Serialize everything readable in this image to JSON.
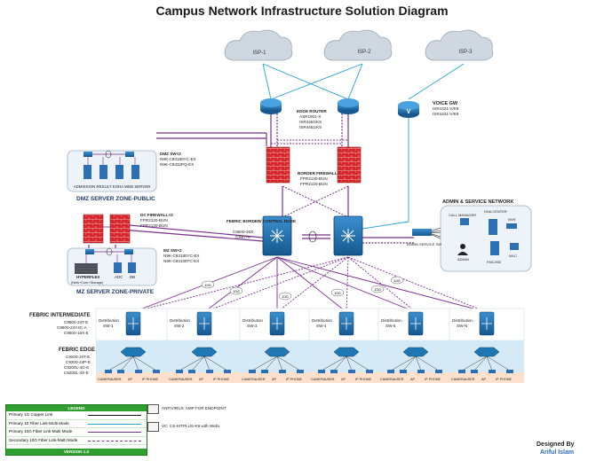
{
  "title": "Campus Network Infrastructure Solution Diagram",
  "isps": [
    "ISP-1",
    "ISP-2",
    "ISP-3"
  ],
  "edge_router": {
    "title": "EDGE ROUTER",
    "lines": [
      "ASR1001-X",
      "ISR4461/K9",
      "ISR4451/K9"
    ]
  },
  "voice_gw": {
    "title": "VOICE GW",
    "lines": [
      "ISR4421-V/K9",
      "ISR4431-V/K9"
    ]
  },
  "dmz_public": {
    "sw_title": "DMZ SW×2",
    "sw_lines": [
      "N9K-C93180YC-EX",
      "N9K-C9332PQ-EX"
    ],
    "servers_label": "ADMISSION RESULT KOHA WEB SERVER",
    "zone_label": "DMZ SERVER ZONE-PUBLIC"
  },
  "border_fw": {
    "title": "BORDER FIREWALL",
    "lines": [
      "FPR2130-BUN",
      "FPR2120-BUN"
    ]
  },
  "dc_fw": {
    "title": "DC FIREWALL×2",
    "lines": [
      "FPR2120-BUN",
      "FPR2130-BUN"
    ]
  },
  "fabric_border": {
    "title": "FEBRIC BORDER/ CONTROL NODE",
    "lines": [
      "C9500-40X",
      "C9407R"
    ]
  },
  "mz": {
    "sw_title": "MZ SW×2",
    "sw_lines": [
      "N9K-C93180YC-EX",
      "N9K-C93108TC-EX"
    ],
    "hyperflex": "HYPERFLEX",
    "hyperflex_sub": "(Nets+Com+Storage)",
    "adc": "ADC",
    "db": "DB",
    "zone_label": "MZ SERVER ZONE-PRIVATE"
  },
  "admin_network": {
    "title": "ADMIN & SERVICE NETWORK",
    "call_manager": "CALL MANAGER",
    "dna_center": "DNA CENTER",
    "nvr": "NVR",
    "admin": "ADMIN",
    "fmc_ise": "FMC/ISE",
    "wlc": "WLC",
    "admin_sw": "ADMIN SERVICE SW"
  },
  "link_labels": [
    "10G",
    "10G",
    "10G",
    "10G",
    "10G",
    "10G"
  ],
  "fabric_intermediate": {
    "title": "FEBRIC INTERMEDIATE",
    "lines": [
      "C9500-24T-E",
      "C9500-24Y4C-A",
      "C9500-16X-E"
    ]
  },
  "fabric_edge": {
    "title": "FEBRIC EDGE",
    "lines": [
      "C9200-24T-E",
      "C9200-24P-E",
      "C9200L-4G-E",
      "C9200L-4X-E"
    ]
  },
  "distribution": [
    "SW-1",
    "SW-2",
    "SW-3",
    "SW-4",
    "SW-5",
    "SW-N"
  ],
  "distribution_prefix": "Distribution",
  "endpoints": [
    "CAMERA",
    "USER",
    "AP",
    "IP PHONE"
  ],
  "legend": {
    "title": "LEGEND",
    "rows": [
      {
        "label": "Primary 1G Copper Link",
        "color": "#111111",
        "style": "solid"
      },
      {
        "label": "Primary 10 Fiber Link-Multi Mode",
        "color": "#29a3d6",
        "style": "solid"
      },
      {
        "label": "Primary 10G Fiber Link-Multi Mode",
        "color": "#7a2e8e",
        "style": "solid"
      },
      {
        "label": "Secondary 10G Fiber Link-Multi Mode",
        "color": "#7a2e8e",
        "style": "dashed"
      }
    ],
    "version": "VERSION 1.0"
  },
  "extras": [
    "ANTIVIRUS: AMP FOR ENDPOINT",
    "VC: CS-KITPLUS-K9 with Webx"
  ],
  "designed_by": "Designed By",
  "designer": "Ariful Islam",
  "colors": {
    "purple": "#7a2e8e",
    "blue": "#29a3d6",
    "firewall": "#d7262b",
    "switch": "#1f77b4",
    "zone_blue": "#d6e9f7",
    "zone_orange": "#fde1cc"
  }
}
